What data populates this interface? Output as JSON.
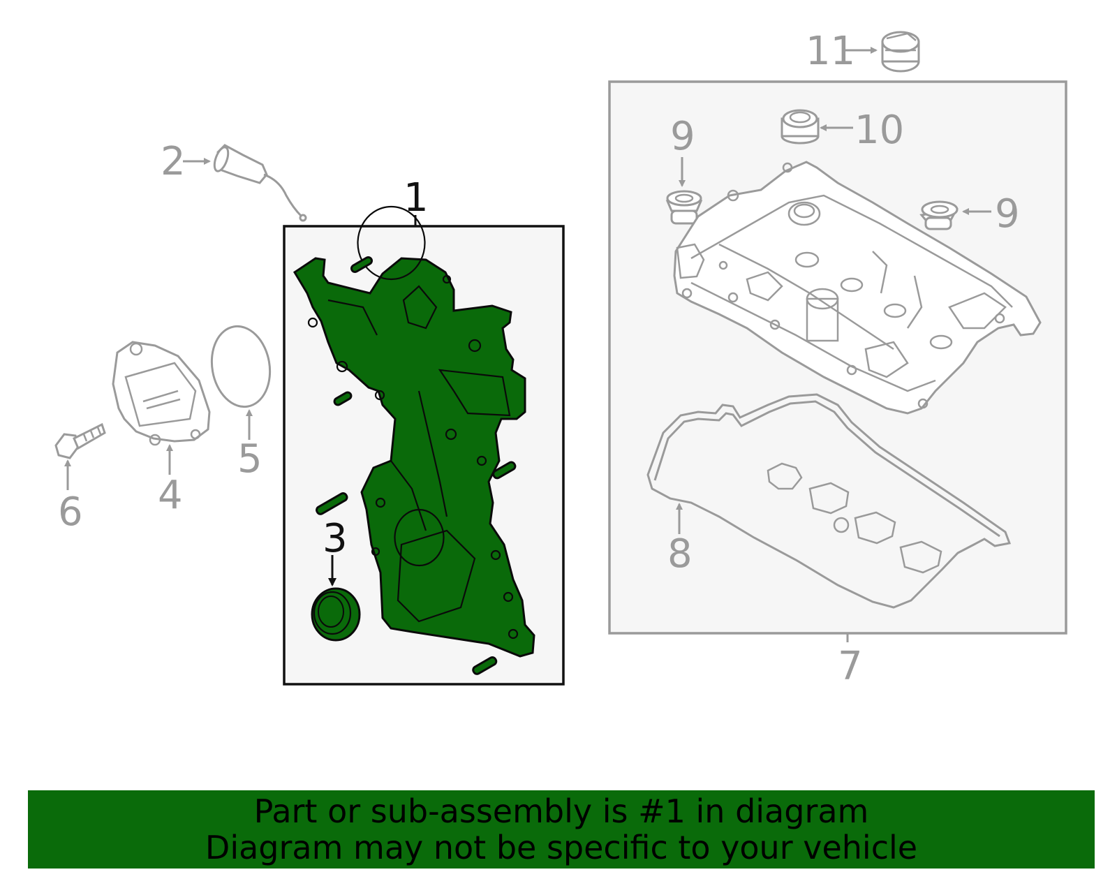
{
  "callouts": {
    "c1": "1",
    "c2": "2",
    "c3": "3",
    "c4": "4",
    "c5": "5",
    "c6": "6",
    "c7": "7",
    "c8": "8",
    "c9a": "9",
    "c9b": "9",
    "c10": "10",
    "c11": "11"
  },
  "banner": {
    "line1": "Part or sub-assembly is #1 in diagram",
    "line2": "Diagram may not be specific to your vehicle"
  },
  "colors": {
    "highlight": "#0a6b0a",
    "linework": "#9a9a9a",
    "box_fill": "#f6f6f6"
  }
}
